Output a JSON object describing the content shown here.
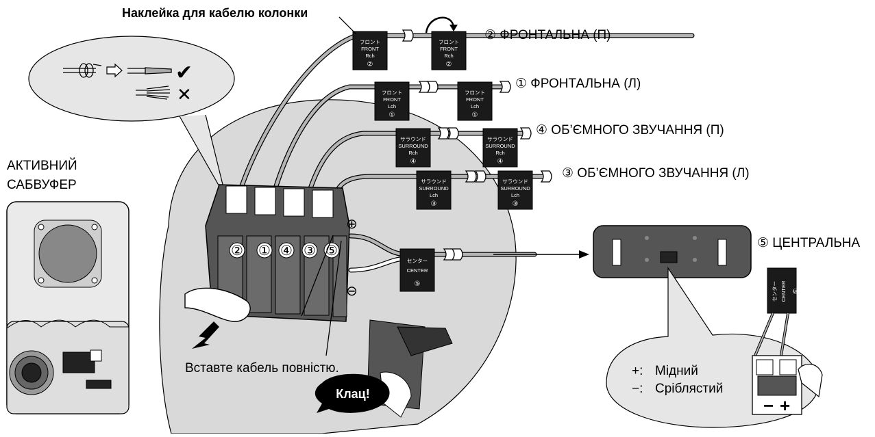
{
  "colors": {
    "ink": "#000000",
    "panel": "#d9d9d9",
    "bubble": "#e6e6e6",
    "cable": "#b5b5b5",
    "tag": "#1a1a1a"
  },
  "labels": {
    "sticker_title": "Наклейка для кабелю колонки",
    "front_r": "② ФРОНТАЛЬНА (П)",
    "front_l": "① ФРОНТАЛЬНА (Л)",
    "surround_r": "④ ОБ’ЄМНОГО ЗВУЧАННЯ (П)",
    "surround_l": "③ ОБ’ЄМНОГО ЗВУЧАННЯ (Л)",
    "center": "⑤ ЦЕНТРАЛЬНА",
    "subwoofer_line1": "АКТИВНИЙ",
    "subwoofer_line2": "САБВУФЕР",
    "insert": "Вставте кабель повністю.",
    "click": "Клац!",
    "plus_sign": "+:",
    "plus_text": "Мідний",
    "minus_sign": "−:",
    "minus_text": "Сріблястий",
    "terminal_plus": "⊕",
    "terminal_minus": "⊖",
    "check": "✔",
    "cross": "✕"
  },
  "tags": {
    "front_r": {
      "l1": "フロント",
      "l2": "FRONT",
      "l3": "Rch",
      "num": "②"
    },
    "front_l": {
      "l1": "フロント",
      "l2": "FRONT",
      "l3": "Lch",
      "num": "①"
    },
    "surr_r": {
      "l1": "サラウンド",
      "l2": "SURROUND",
      "l3": "Rch",
      "num": "④"
    },
    "surr_l": {
      "l1": "サラウンド",
      "l2": "SURROUND",
      "l3": "Lch",
      "num": "③"
    },
    "center": {
      "l1": "センター",
      "l2": "CENTER",
      "num": "⑤"
    }
  },
  "terminals": [
    "②",
    "①",
    "④",
    "③",
    "⑤"
  ]
}
